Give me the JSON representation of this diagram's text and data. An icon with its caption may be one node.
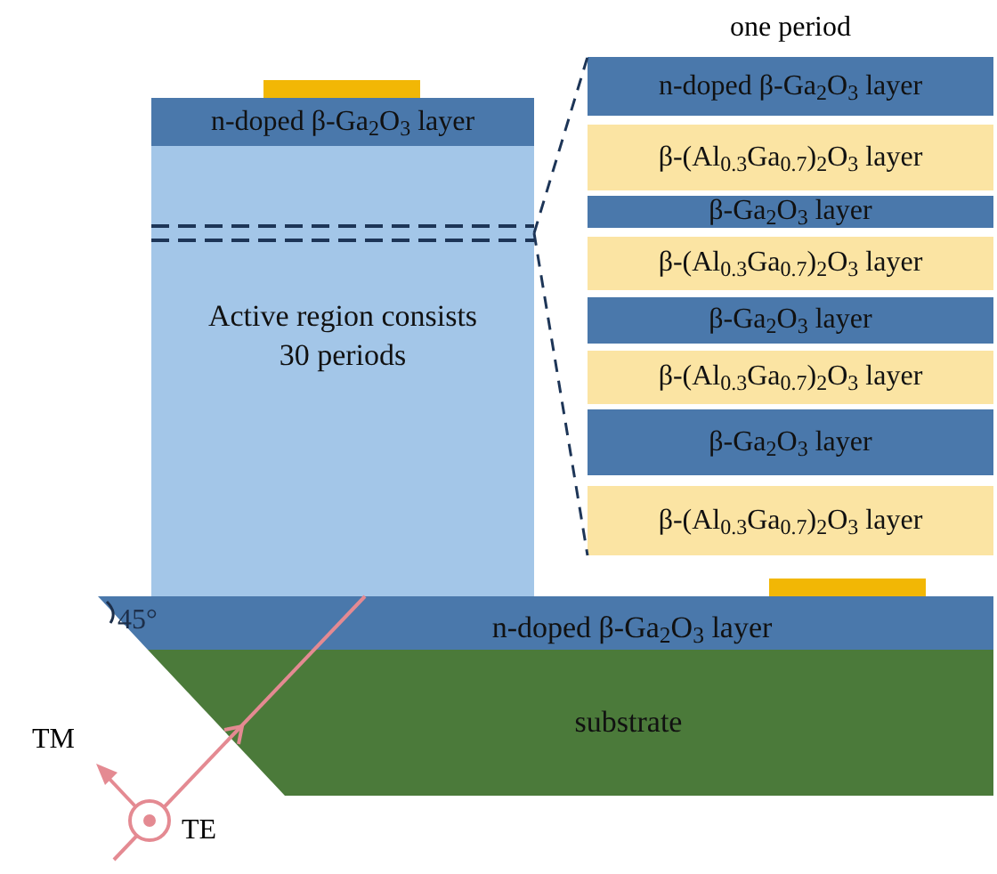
{
  "diagram": {
    "nodes": [
      {
        "text": [
          "n-doped β-Ga$_{2}$O$_{3}$ layer"
        ]
      },
      {
        "text": [
          "Active region consists 30 periods"
        ]
      },
      {
        "text": [
          "one period"
        ]
      },
      {
        "text": [
          "n-doped β-Ga$_{2}$O$_{3}$ layer"
        ],
        "in": 2
      },
      {
        "text": [
          "β-(Al$_{0.3}$Ga$_{0.7}$)$_{2}$O$_{3}$ layer"
        ],
        "in": 2
      },
      {
        "text": [
          "β-Ga$_{2}$O$_{3}$ layer"
        ],
        "in": 2
      },
      {
        "text": [
          "β-(Al$_{0.3}$Ga$_{0.7}$)$_{2}$O$_{3}$ layer"
        ],
        "in": 2
      },
      {
        "text": [
          "β-Ga$_{2}$O$_{3}$ layer"
        ],
        "in": 2
      },
      {
        "text": [
          "β-(Al$_{0.3}$Ga$_{0.7}$)$_{2}$O$_{3}$ layer"
        ],
        "in": 2
      },
      {
        "text": [
          "β-Ga$_{2}$O$_{3}$ layer"
        ],
        "in": 2
      },
      {
        "text": [
          "β-(Al$_{0.3}$Ga$_{0.7}$)$_{2}$O$_{3}$ layer"
        ],
        "in": 2
      },
      {
        "text": [
          "n-doped β-Ga$_{2}$O$_{3}$ layer"
        ]
      },
      {
        "text": [
          "substrate"
        ]
      }
    ],
    "edges": [
      {
        "from": 1,
        "to": 2,
        "arrow": "none",
        "style": "dashed"
      },
      {
        "from": 1,
        "to": 2,
        "arrow": "none",
        "style": "dashed"
      }
    ],
    "labels": [
      "45°",
      "TM",
      "TE"
    ]
  }
}
